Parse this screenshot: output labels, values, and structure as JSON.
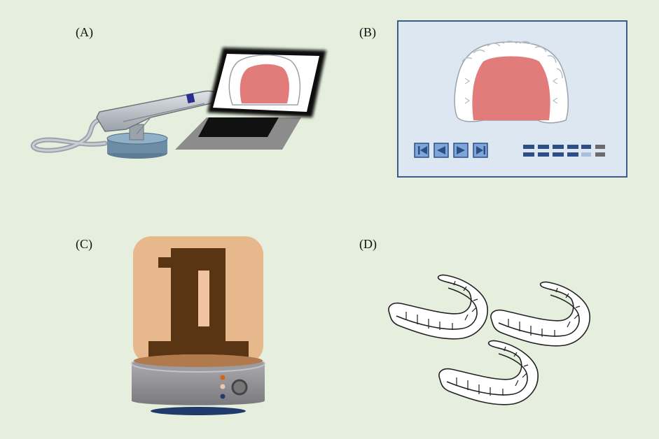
{
  "panels": {
    "a": {
      "label": "(A)",
      "icon": "intraoral-scanner-icon"
    },
    "b": {
      "label": "(B)",
      "icon": "digital-dental-model-icon"
    },
    "c": {
      "label": "(C)",
      "icon": "3d-printer-icon"
    },
    "d": {
      "label": "(D)",
      "icon": "clear-aligners-icon"
    }
  },
  "colors": {
    "background": "#e6efdd",
    "gum": "#e17c7b",
    "screen_panel": "#dce7f2",
    "printer_glow": "#e6b88c",
    "print_brown": "#5a3514"
  }
}
